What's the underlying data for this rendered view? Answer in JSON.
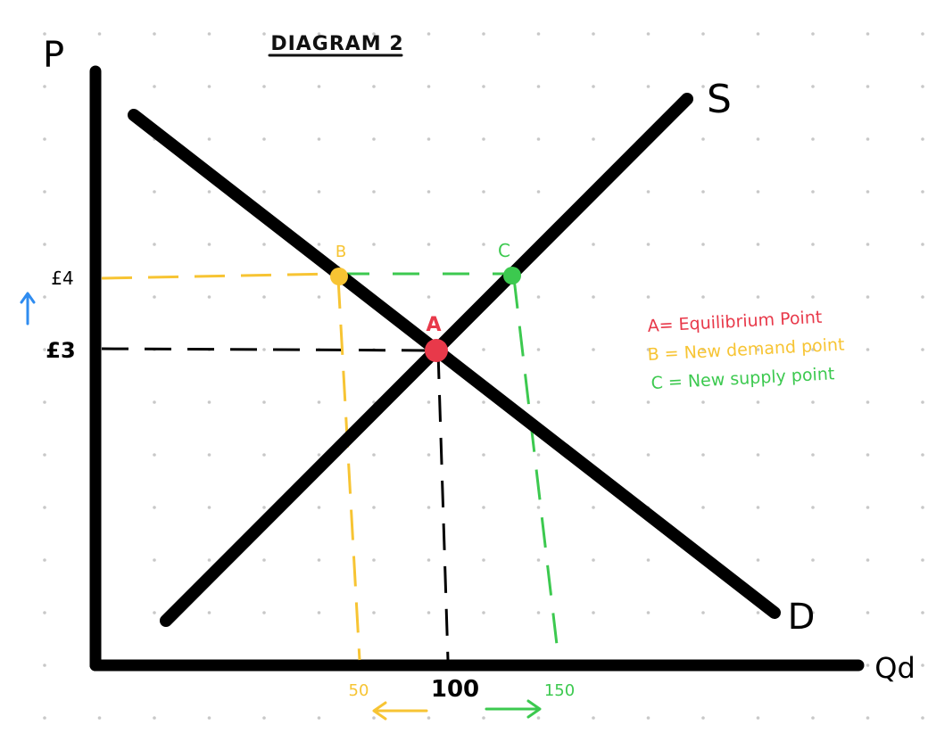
{
  "title": "DIAGRAM 2",
  "axes": {
    "y_label": "P",
    "x_label": "Qd"
  },
  "curves": {
    "supply_label": "S",
    "demand_label": "D"
  },
  "price_ticks": {
    "old": "£3",
    "new": "£4"
  },
  "quantity_ticks": {
    "demand_new": "50",
    "equilibrium": "100",
    "supply_new": "150"
  },
  "points": {
    "a": "A",
    "b": "B",
    "c": "C"
  },
  "legend": [
    {
      "text": "A= Equilibrium Point",
      "color": "#e8394a"
    },
    {
      "text": "B = New demand point",
      "color": "#f7c433"
    },
    {
      "text": "C = New supply point",
      "color": "#3cc94f"
    }
  ],
  "colors": {
    "equilibrium": "#e8394a",
    "demand_point": "#f7c433",
    "supply_point": "#3cc94f",
    "price_arrow": "#2f8cf0",
    "lines": "#000000",
    "grid_dots": "#c8c8c8"
  },
  "icons": {
    "price_up": "up-arrow-icon",
    "quantity_down": "left-arrow-icon",
    "quantity_up": "right-arrow-icon"
  }
}
